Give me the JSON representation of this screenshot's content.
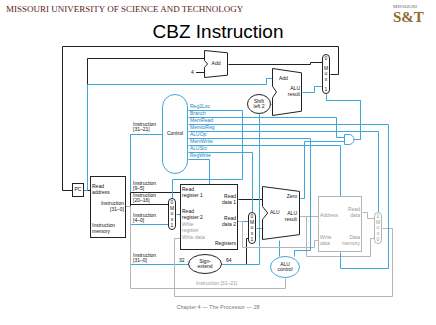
{
  "diagram": {
    "title": "CBZ Instruction",
    "caption": "Chapter 4 — The Processor — 28",
    "nodes": [
      {
        "text": [
          "Add"
        ]
      },
      {
        "text": [
          "Add",
          "ALU result"
        ]
      },
      {
        "text": [
          "Shift left 2"
        ]
      },
      {
        "text": [
          "0",
          "M u x",
          "1"
        ]
      },
      {
        "text": [
          "Control"
        ]
      },
      {
        "text": [
          "PC"
        ]
      },
      {
        "text": [
          "Read address",
          "Instruction [31–0]",
          "Instruction memory"
        ]
      },
      {
        "text": [
          "0",
          "M u x",
          "1"
        ]
      },
      {
        "text": [
          "Read register 1",
          "Read register 2",
          "Write register",
          "Write data",
          "Read data 1",
          "Read data 2",
          "Registers"
        ]
      },
      {
        "text": [
          "0",
          "M u x",
          "1"
        ]
      },
      {
        "text": [
          "Zero",
          "ALU result",
          "ALU"
        ]
      },
      {
        "text": [
          "Address",
          "Read data",
          "Write data",
          "Data memory"
        ]
      },
      {
        "text": [
          "1",
          "M u x",
          "0"
        ]
      },
      {
        "text": [
          "Sign-extend"
        ]
      },
      {
        "text": [
          "ALU control"
        ]
      }
    ],
    "edges": [
      {
        "from": 5,
        "to": 6,
        "arrow": "none"
      },
      {
        "from": 5,
        "to": 0,
        "arrow": "none"
      },
      {
        "from": 5,
        "to": 1,
        "arrow": "none"
      },
      {
        "from": 0,
        "to": 3,
        "arrow": "none"
      },
      {
        "from": 1,
        "to": 3,
        "arrow": "none"
      },
      {
        "from": 2,
        "to": 1,
        "arrow": "none"
      },
      {
        "from": 3,
        "to": 5,
        "arrow": "none"
      },
      {
        "from": 6,
        "to": 4,
        "label": "Instruction [31–21]",
        "arrow": "none"
      },
      {
        "from": 6,
        "to": 8,
        "label": "Instruction [9–5]",
        "arrow": "none"
      },
      {
        "from": 6,
        "to": 7,
        "label": "Instruction [20–16]",
        "arrow": "none"
      },
      {
        "from": 6,
        "to": 7,
        "label": "Instruction [4–0]",
        "arrow": "none"
      },
      {
        "from": 7,
        "to": 8,
        "arrow": "none"
      },
      {
        "from": 6,
        "to": 13,
        "label": "Instruction [31–0]",
        "arrow": "none"
      },
      {
        "from": 6,
        "to": 14,
        "label": "Instruction [31–21]",
        "arrow": "none"
      },
      {
        "from": 8,
        "to": 10,
        "arrow": "none"
      },
      {
        "from": 8,
        "to": 9,
        "arrow": "none"
      },
      {
        "from": 13,
        "to": 9,
        "arrow": "none"
      },
      {
        "from": 13,
        "to": 2,
        "arrow": "none"
      },
      {
        "from": 9,
        "to": 10,
        "arrow": "none"
      },
      {
        "from": 14,
        "to": 10,
        "arrow": "none"
      },
      {
        "from": 10,
        "to": 11,
        "arrow": "none"
      },
      {
        "from": 8,
        "to": 11,
        "arrow": "none"
      },
      {
        "from": 11,
        "to": 12,
        "arrow": "none"
      },
      {
        "from": 10,
        "to": 12,
        "arrow": "none"
      },
      {
        "from": 12,
        "to": 8,
        "arrow": "none"
      },
      {
        "from": 10,
        "to": 3,
        "arrow": "none"
      },
      {
        "from": 4,
        "to": 7,
        "label": "Reg2Loc",
        "arrow": "none"
      },
      {
        "from": 4,
        "to": 3,
        "label": "Branch",
        "arrow": "none"
      },
      {
        "from": 4,
        "to": 11,
        "label": "MemRead",
        "arrow": "none"
      },
      {
        "from": 4,
        "to": 12,
        "label": "MemtoReg",
        "arrow": "none"
      },
      {
        "from": 4,
        "to": 14,
        "label": "ALUOp",
        "arrow": "none"
      },
      {
        "from": 4,
        "to": 11,
        "label": "MemWrite",
        "arrow": "none"
      },
      {
        "from": 4,
        "to": 9,
        "label": "ALUSrc",
        "arrow": "none"
      },
      {
        "from": 4,
        "to": 8,
        "label": "RegWrite",
        "arrow": "none"
      }
    ],
    "labels": [
      "MISSOURI UNIVERSITY OF SCIENCE AND TECHNOLOGY",
      "MISSOURI",
      "S&T",
      "4",
      "32",
      "64"
    ]
  }
}
